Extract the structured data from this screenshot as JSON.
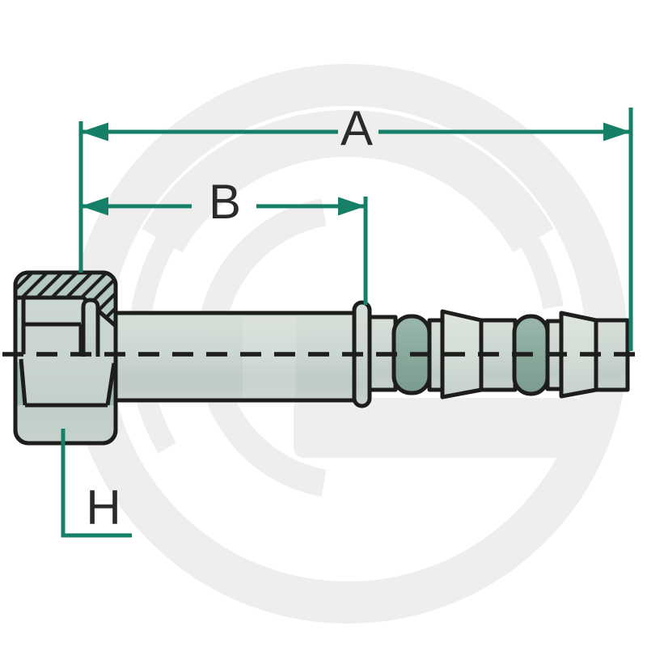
{
  "drawing": {
    "subject": "Hydraulic hose fitting with female nut, sectional technical drawing",
    "dimension_labels": {
      "a": "A",
      "b": "B",
      "h": "H"
    },
    "watermark_letter": "G",
    "colors": {
      "dimension_line": "#157f68",
      "outline": "#1d1d1b",
      "label_text": "#2a2a28",
      "body_light": "#ccd6d0",
      "body_dark": "#87a79b",
      "hatch_fill": "#b5c9c1",
      "watermark": "#eeeeee",
      "background": "#ffffff"
    }
  }
}
